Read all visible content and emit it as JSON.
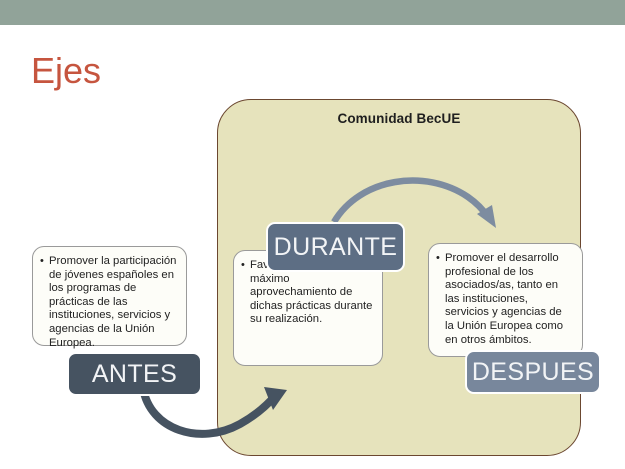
{
  "slide": {
    "title": "Ejes",
    "title_color": "#c6553f",
    "band_color": "#91a399",
    "background": "#ffffff"
  },
  "community": {
    "title": "Comunidad BecUE",
    "fill_color": "#e6e3bc",
    "border_color": "#6b4730"
  },
  "stages": [
    {
      "key": "antes",
      "label": "ANTES",
      "chip_color": "#465361",
      "bullet": "Promover la participación de jóvenes españoles en los programas de prácticas de las instituciones, servicios y agencias de la Unión Europea."
    },
    {
      "key": "durante",
      "label": "DURANTE",
      "chip_color": "#5d6e84",
      "bullet": "Favorecer y apoyar el máximo aprovechamiento de dichas prácticas durante su realización."
    },
    {
      "key": "despues",
      "label": "DESPUES",
      "chip_color": "#78879c",
      "bullet": "Promover el desarrollo profesional de los asociados/as, tanto en las instituciones, servicios y agencias de la Unión Europea como en otros ámbitos."
    }
  ],
  "arrows": [
    {
      "key": "antes-to-durante",
      "color": "#465361"
    },
    {
      "key": "durante-to-despues",
      "color": "#7d8ca0"
    }
  ],
  "bullet_glyph": "•"
}
